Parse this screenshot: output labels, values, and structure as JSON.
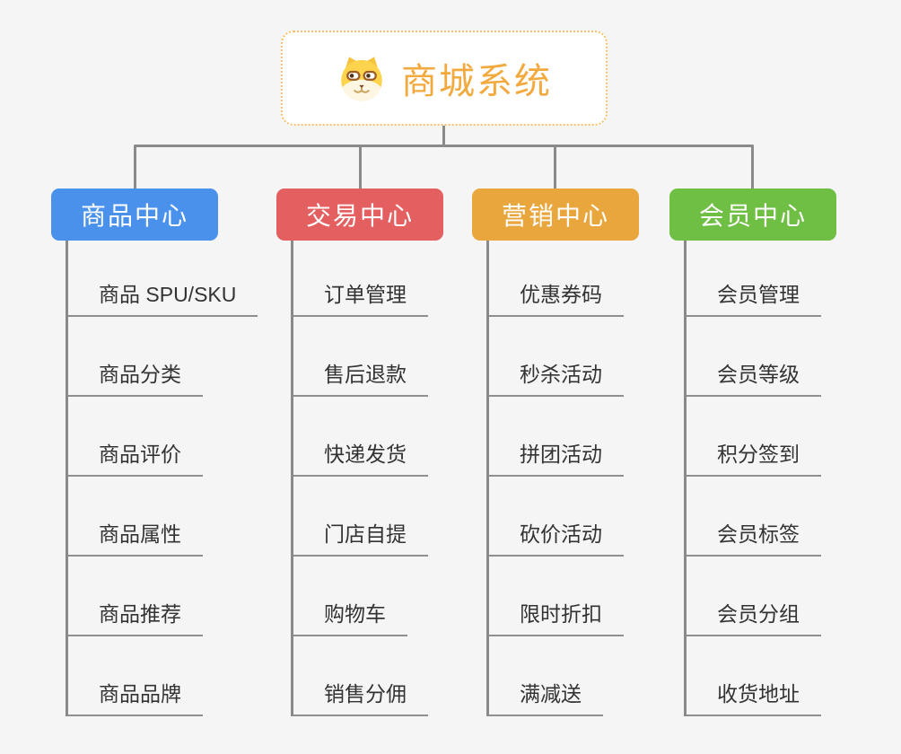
{
  "theme": {
    "background": "#f5f5f5",
    "line_color": "#8a8a8a",
    "underline_color": "#8f8f8f"
  },
  "root": {
    "title": "商城系统",
    "title_color": "#f2a93d",
    "border_color": "#f6c064",
    "icon": "dog-face-icon"
  },
  "branches": [
    {
      "label": "商品中心",
      "color": "#4a91ec",
      "items": [
        "商品 SPU/SKU",
        "商品分类",
        "商品评价",
        "商品属性",
        "商品推荐",
        "商品品牌"
      ]
    },
    {
      "label": "交易中心",
      "color": "#e45f5f",
      "items": [
        "订单管理",
        "售后退款",
        "快递发货",
        "门店自提",
        "购物车",
        "销售分佣"
      ]
    },
    {
      "label": "营销中心",
      "color": "#e9a63d",
      "items": [
        "优惠券码",
        "秒杀活动",
        "拼团活动",
        "砍价活动",
        "限时折扣",
        "满减送"
      ]
    },
    {
      "label": "会员中心",
      "color": "#6fbf44",
      "items": [
        "会员管理",
        "会员等级",
        "积分签到",
        "会员标签",
        "会员分组",
        "收货地址"
      ]
    }
  ]
}
